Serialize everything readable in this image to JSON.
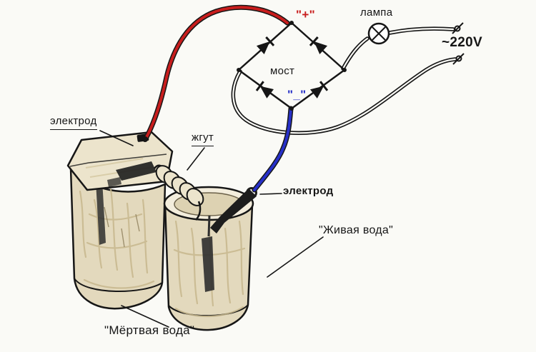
{
  "diagram": {
    "title_hint": "hand-drawn electrolysis device schematic",
    "labels": {
      "lamp": "лампа",
      "voltage": "~220V",
      "plus": "\"+\"",
      "minus": "\"_\"",
      "bridge": "мост",
      "electrode_left": "электрод",
      "electrode_right": "электрод",
      "bundle": "жгут",
      "living_water": "\"Живая вода\"",
      "dead_water": "\"Мёртвая вода\""
    },
    "colors": {
      "positive_wire": "#c81d1d",
      "negative_wire": "#2730c8",
      "ink": "#161616",
      "jar_fill": "#e3d9bd",
      "lid_fill": "#ece4cc",
      "background": "#fafaf6"
    }
  }
}
